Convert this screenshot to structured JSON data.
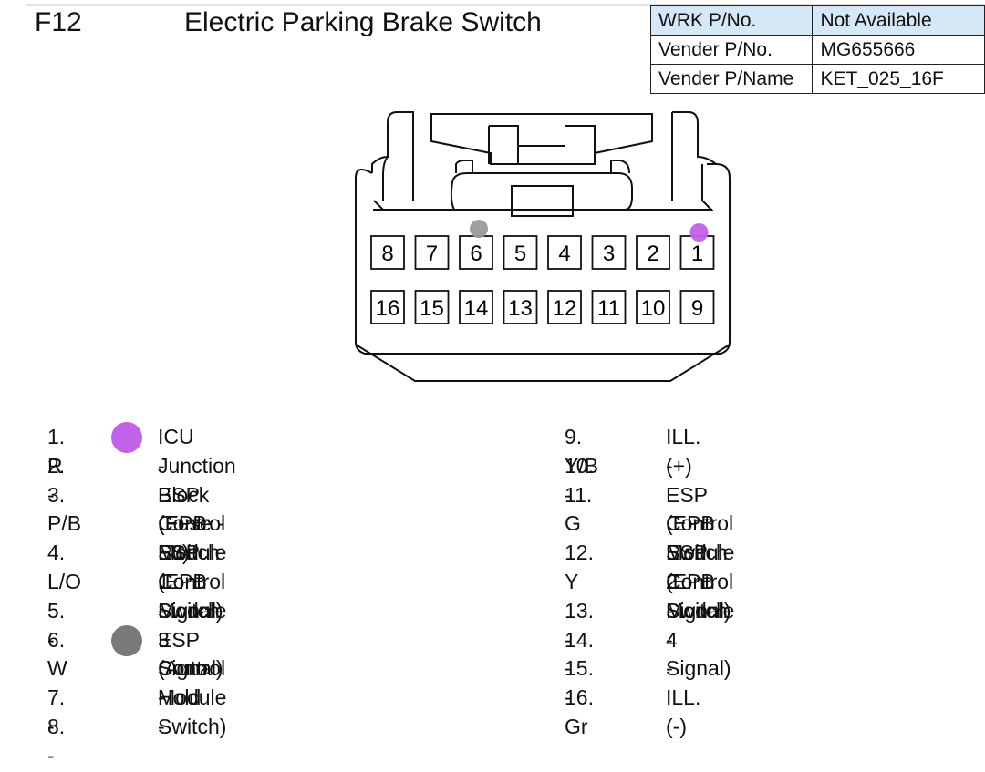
{
  "header": {
    "code": "F12",
    "title": "Electric Parking Brake Switch"
  },
  "info_table": [
    {
      "key": "WRK P/No.",
      "value": "Not Available"
    },
    {
      "key": "Vender P/No.",
      "value": "MG655666"
    },
    {
      "key": "Vender P/Name",
      "value": "KET_025_16F"
    }
  ],
  "connector": {
    "top_row": [
      "8",
      "7",
      "6",
      "5",
      "4",
      "3",
      "2",
      "1"
    ],
    "bottom_row": [
      "16",
      "15",
      "14",
      "13",
      "12",
      "11",
      "10",
      "9"
    ],
    "markers": [
      {
        "pin": "1",
        "color": "#c261ea"
      },
      {
        "pin": "6",
        "color": "#9a9a9a"
      }
    ]
  },
  "pins_left": [
    {
      "id": "1. R",
      "desc": [
        "ICU Junction Block (Fuse - F8)"
      ],
      "dot_color": "#c261ea"
    },
    {
      "id": "2. -",
      "desc": [
        "-"
      ]
    },
    {
      "id": "3. P/B",
      "desc": [
        "ESP Control Module",
        "(EPB Switch 1 Signal)"
      ]
    },
    {
      "id": "4. L/O",
      "desc": [
        "ESP Control Module",
        "(EPB Switch 3 Signal)"
      ]
    },
    {
      "id": "5. -",
      "desc": [
        "-"
      ]
    },
    {
      "id": "6. W",
      "desc": [
        "ESP Control Module",
        "(Auto Hold Switch)"
      ],
      "dot_color": "#7a7a7a"
    },
    {
      "id": "7. -",
      "desc": [
        "-"
      ]
    },
    {
      "id": "8. -",
      "desc": [
        "-"
      ]
    }
  ],
  "pins_right": [
    {
      "id": "9. Y/B",
      "desc": [
        "ILL. (+)"
      ]
    },
    {
      "id": "10. -",
      "desc": [
        "-"
      ]
    },
    {
      "id": "11. G",
      "desc": [
        "ESP Control Module",
        "(EPB Switch 2 Signal)"
      ]
    },
    {
      "id": "12. Y",
      "desc": [
        "ESP Control Module",
        "(EPB Switch 4 Signal)"
      ]
    },
    {
      "id": "13. -",
      "desc": [
        "-"
      ]
    },
    {
      "id": "14. -",
      "desc": [
        "-"
      ]
    },
    {
      "id": "15. -",
      "desc": [
        "-"
      ]
    },
    {
      "id": "16. Gr",
      "desc": [
        "ILL. (-)"
      ]
    }
  ]
}
